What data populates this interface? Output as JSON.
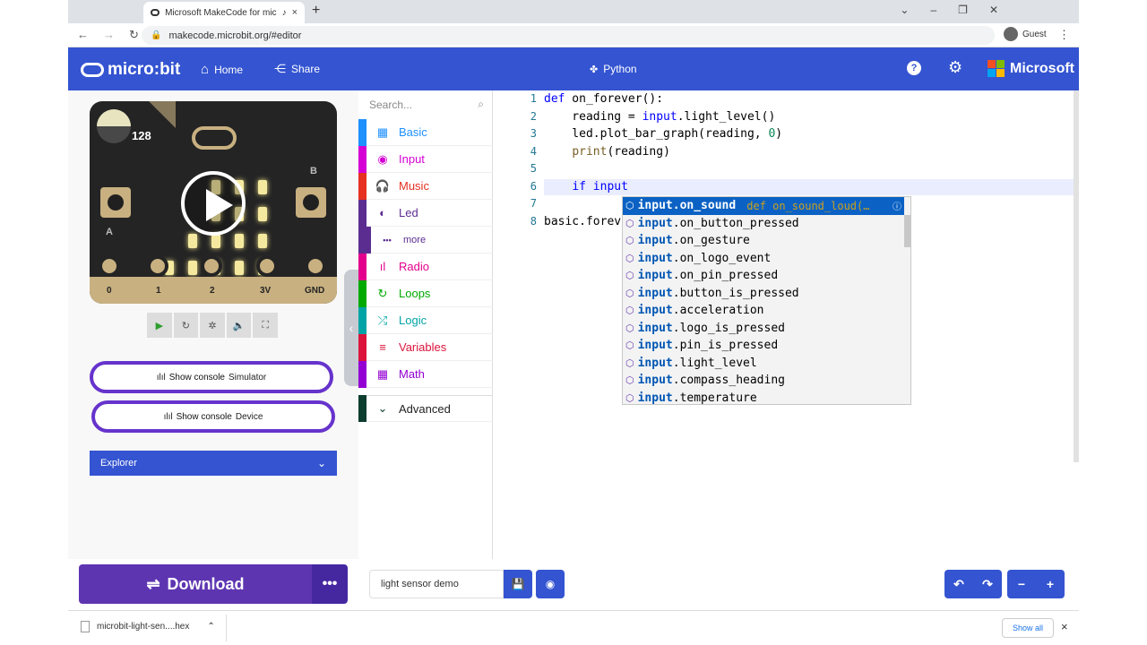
{
  "browser": {
    "tab_title": "Microsoft MakeCode for mic",
    "tab_close": "×",
    "new_tab": "+",
    "url": "makecode.microbit.org/#editor",
    "profile": "Guest"
  },
  "header": {
    "logo": "micro:bit",
    "home": "Home",
    "share": "Share",
    "language": "Python",
    "brand": "Microsoft",
    "help": "?"
  },
  "simulator": {
    "light_level": 0.5,
    "light_value": "128",
    "button_a": "A",
    "button_b": "B",
    "pins": [
      "0",
      "1",
      "2",
      "3V",
      "GND"
    ],
    "show_console_simulator": {
      "label": "Show console",
      "target": "Simulator"
    },
    "show_console_device": {
      "label": "Show console",
      "target": "Device"
    },
    "explorer": "Explorer"
  },
  "toolbox": {
    "search_placeholder": "Search...",
    "categories": [
      {
        "label": "Basic",
        "color": "#1e90ff",
        "icon": "grid-icon"
      },
      {
        "label": "Input",
        "color": "#d400d4",
        "icon": "target-icon"
      },
      {
        "label": "Music",
        "color": "#e63022",
        "icon": "headphones-icon"
      },
      {
        "label": "Led",
        "color": "#5c2d91",
        "icon": "toggle-icon"
      },
      {
        "label": "more",
        "color": "#5c2d91",
        "icon": "more-icon"
      },
      {
        "label": "Radio",
        "color": "#e3008c",
        "icon": "signal-icon"
      },
      {
        "label": "Loops",
        "color": "#00aa00",
        "icon": "loop-icon"
      },
      {
        "label": "Logic",
        "color": "#00a4a6",
        "icon": "shuffle-icon"
      },
      {
        "label": "Variables",
        "color": "#dc143c",
        "icon": "lines-icon"
      },
      {
        "label": "Math",
        "color": "#9400d3",
        "icon": "calculator-icon"
      },
      {
        "label": "Advanced",
        "color": "#0d3d2e",
        "icon": "chevron-down-icon"
      }
    ]
  },
  "editor": {
    "lines": [
      {
        "n": "1",
        "text": "def on_forever():"
      },
      {
        "n": "2",
        "text": "    reading = input.light_level()"
      },
      {
        "n": "3",
        "text": "    led.plot_bar_graph(reading, 0)"
      },
      {
        "n": "4",
        "text": "    print(reading)"
      },
      {
        "n": "5",
        "text": ""
      },
      {
        "n": "6",
        "text": "    if input"
      },
      {
        "n": "7",
        "text": ""
      },
      {
        "n": "8",
        "text": "basic.forev"
      }
    ],
    "suggestions": [
      {
        "prefix": "input",
        "rest": ".on_sound",
        "detail": "def on_sound_loud(…"
      },
      {
        "prefix": "input",
        "rest": ".on_button_pressed"
      },
      {
        "prefix": "input",
        "rest": ".on_gesture"
      },
      {
        "prefix": "input",
        "rest": ".on_logo_event"
      },
      {
        "prefix": "input",
        "rest": ".on_pin_pressed"
      },
      {
        "prefix": "input",
        "rest": ".button_is_pressed"
      },
      {
        "prefix": "input",
        "rest": ".acceleration"
      },
      {
        "prefix": "input",
        "rest": ".logo_is_pressed"
      },
      {
        "prefix": "input",
        "rest": ".pin_is_pressed"
      },
      {
        "prefix": "input",
        "rest": ".light_level"
      },
      {
        "prefix": "input",
        "rest": ".compass_heading"
      },
      {
        "prefix": "input",
        "rest": ".temperature"
      }
    ]
  },
  "bottom": {
    "download": "Download",
    "more": "•••",
    "project_name": "light sensor demo"
  },
  "shelf": {
    "file": "microbit-light-sen....hex",
    "show_all": "Show all",
    "close": "×"
  }
}
